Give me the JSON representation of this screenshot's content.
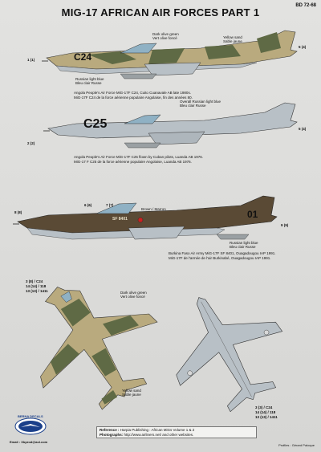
{
  "header": {
    "code": "BD 72-68",
    "title": "MIG-17 AFRICAN AIR FORCES PART 1"
  },
  "profile1": {
    "num_left": "1 (1)",
    "num_right": "5 (4)",
    "fuselage_code": "C24",
    "label_green": "Dark olive green\nVert olive foncé",
    "label_sand": "Yellow sand\nSable jaune",
    "label_blue": "Russian light blue\nBleu clair Russe",
    "caption": "Angola People's Air Force MiG-17F C24, Cuito Cuanavale AB late 1980s.\nMiG-17F C24 de la force aérienne populaire Angolaise, fin des années 80."
  },
  "profile2": {
    "num_left": "2 (2)",
    "num_right": "5 (4)",
    "fuselage_code": "C25",
    "label_blue": "Overall Russian light blue\nBleu clair Russe",
    "caption": "Angola People's Air Force MiG-17F C25 flown by Cuban pilots, Luanda AB 1976.\nMiG-17 F C25 de la force aérienne populaire Angolaise, Luanda AB 1976."
  },
  "profile3": {
    "num_left": "8 (8)",
    "num_mid1": "6 (6)",
    "num_mid2": "7 (7)",
    "num_right": "9 (9)",
    "fuselage_code": "SF 8401",
    "tail_code": "01",
    "label_brown": "Brown / Marron",
    "label_blue": "Russian light blue\nBleu clair Russe",
    "caption": "Burkina Faso Air Army MiG-17F SF 8401, Ouagadougou IAP 1991.\nMiG-17F de l'armée de l'air Burkinabé, Ouagadougou IAP 1991."
  },
  "topview": {
    "nums": "3 (8) / C24\n14 (14) / 118\n13 (13) / 1411",
    "label_green": "Dark olive green\nVert olive foncé",
    "label_sand": "Yellow sand\nSable jaune"
  },
  "bottomview": {
    "nums": "3 (3) / C24\n14 (14) / 118\n13 (13) / 1411"
  },
  "footer": {
    "logo_text": "BERNA DECALS",
    "email": "Email : Xbprod@aol.com",
    "ref_label": "Reference : ",
    "ref_text": "Harpia Publishing : African MiGs Volume 1 & 2",
    "photo_label": "Photographs: ",
    "photo_text": "http://www.airliners.net/ and other websites.",
    "credit": "Profiles : Gérard Paloque"
  },
  "colors": {
    "olive": "#5f6a45",
    "sand": "#b9aa7e",
    "light_blue": "#b8c0c6",
    "brown": "#5a4a35",
    "mid_grey": "#9aa0a3"
  }
}
